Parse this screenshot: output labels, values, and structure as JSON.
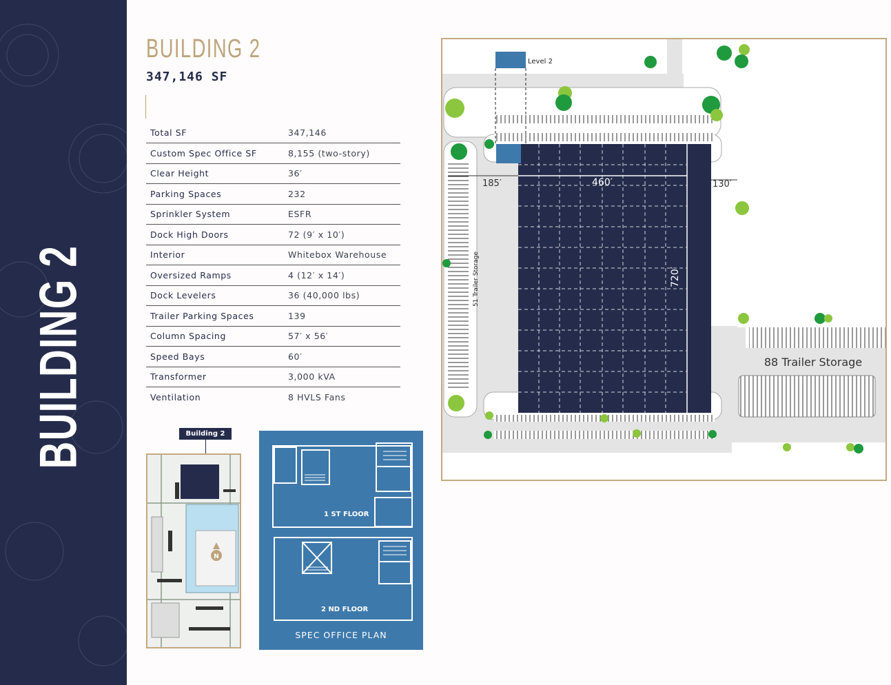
{
  "sidebar": {
    "vertical_title": "BUILDING 2"
  },
  "header": {
    "title": "BUILDING 2",
    "subtitle": "347,146 SF"
  },
  "specs": [
    {
      "label": "Total SF",
      "value": "347,146"
    },
    {
      "label": "Custom Spec Office SF",
      "value": "8,155 (two-story)"
    },
    {
      "label": "Clear Height",
      "value": "36′"
    },
    {
      "label": "Parking Spaces",
      "value": "232"
    },
    {
      "label": "Sprinkler System",
      "value": "ESFR"
    },
    {
      "label": "Dock High Doors",
      "value": "72 (9′ x 10′)"
    },
    {
      "label": "Interior",
      "value": "Whitebox Warehouse"
    },
    {
      "label": "Oversized Ramps",
      "value": "4 (12′ x 14′)"
    },
    {
      "label": "Dock Levelers",
      "value": "36 (40,000 lbs)"
    },
    {
      "label": "Trailer Parking Spaces",
      "value": "139"
    },
    {
      "label": "Column Spacing",
      "value": "57′ x 56′"
    },
    {
      "label": "Speed Bays",
      "value": "60′"
    },
    {
      "label": "Transformer",
      "value": "3,000 kVA"
    },
    {
      "label": "Ventilation",
      "value": "8 HVLS Fans"
    }
  ],
  "key_plan": {
    "label": "Building 2",
    "north": "N"
  },
  "office_plan": {
    "floor1": "1 ST FLOOR",
    "floor2": "2 ND FLOOR",
    "caption": "SPEC OFFICE PLAN"
  },
  "site_plan": {
    "level_label": "Level 2",
    "dim_left": "185′",
    "dim_width": "460′",
    "dim_right": "130′",
    "dim_depth": "720′",
    "trailer_left": "51 Trailer Storage",
    "trailer_right": "88 Trailer Storage"
  },
  "colors": {
    "navy": "#252c4b",
    "gold": "#bda47c",
    "office_blue": "#3e79ab",
    "tree_green": "#1f9a3e",
    "tree_lime": "#8cc63f"
  }
}
